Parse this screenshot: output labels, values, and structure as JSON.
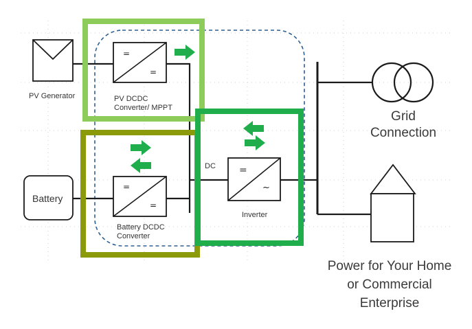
{
  "labels": {
    "pv_generator": "PV Generator",
    "pv_dcdc_line1": "PV DCDC",
    "pv_dcdc_line2": "Converter/ MPPT",
    "battery": "Battery",
    "battery_dcdc_line1": "Battery DCDC",
    "battery_dcdc_line2": "Converter",
    "dc": "DC",
    "inverter": "Inverter",
    "grid_line1": "Grid",
    "grid_line2": "Connection",
    "home_line1": "Power for Your Home",
    "home_line2": "or Commercial",
    "home_line3": "Enterprise"
  },
  "symbols": {
    "equals": "=",
    "ac": "~"
  },
  "colors": {
    "pv_frame": "#8dcc5a",
    "battery_frame": "#8a9a0a",
    "inverter_frame": "#1fae4b",
    "arrow": "#1fae4b",
    "dashed_boundary": "#2e5e8e",
    "line": "#1a1a1a"
  }
}
